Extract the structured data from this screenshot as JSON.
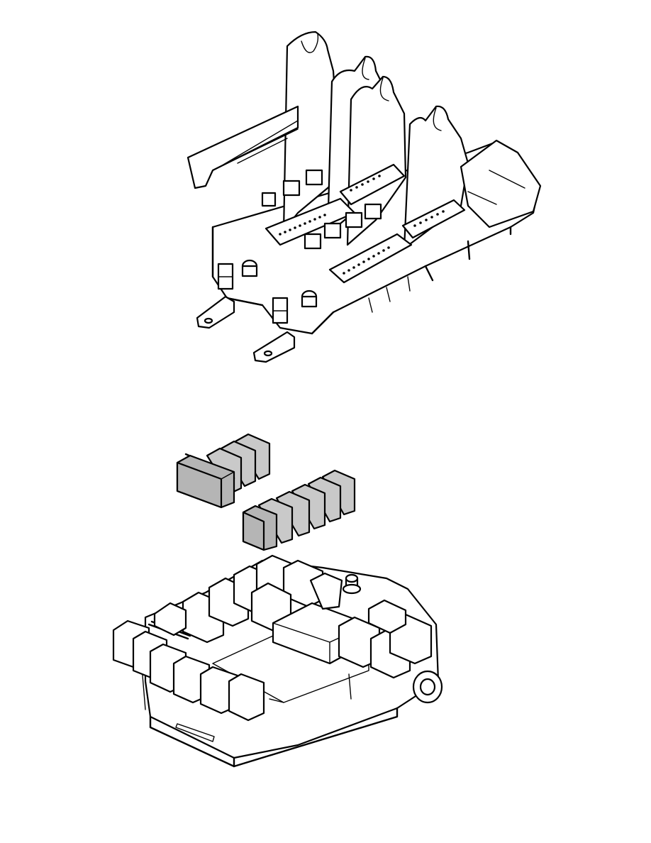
{
  "figure": {
    "fill_colors": {
      "line": "#000000",
      "relay": "#b5b5b5",
      "relay_light": "#c9c9c9",
      "background": "#ffffff"
    },
    "parts": [
      {
        "name": "relay-carrier-bracket"
      },
      {
        "name": "mini-relay-group-left"
      },
      {
        "name": "mini-relay-group-right"
      },
      {
        "name": "relay-fuse-box"
      }
    ]
  }
}
